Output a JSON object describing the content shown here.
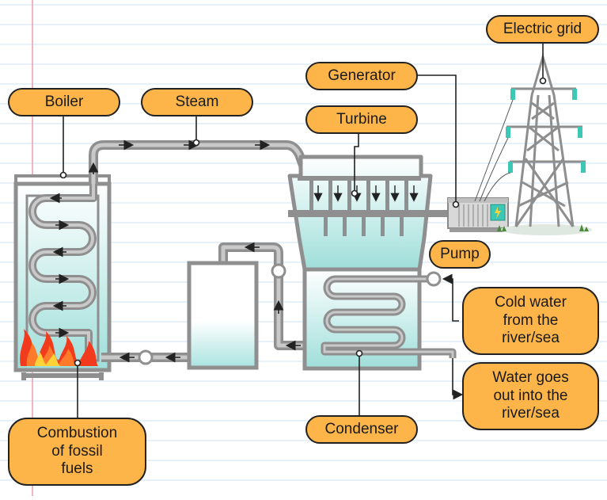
{
  "labels": {
    "boiler": "Boiler",
    "steam": "Steam",
    "generator": "Generator",
    "turbine": "Turbine",
    "electric_grid": "Electric grid",
    "pump": "Pump",
    "cold_water": "Cold water\nfrom the\nriver/sea",
    "water_out": "Water goes\nout into the\nriver/sea",
    "combustion": "Combustion\nof fossil\nfuels",
    "condenser": "Condenser"
  },
  "colors": {
    "label_fill": "#fdb54a",
    "pipe": "#8f8f8f",
    "water": "#a9e3e0",
    "flame": "#f23a1c",
    "rule_line": "#cfe3f5",
    "margin_line": "#f09aa8",
    "insulator": "#3cc8b4"
  }
}
